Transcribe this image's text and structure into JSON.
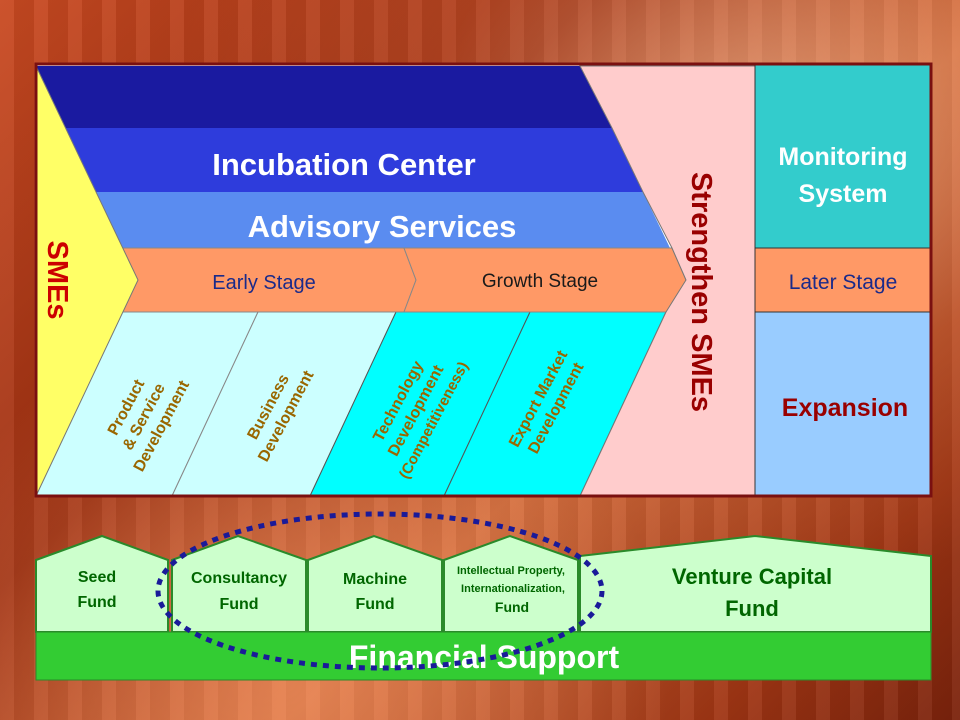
{
  "diagram": {
    "top": {
      "incubation_center": "Incubation Center",
      "advisory_services": "Advisory Services",
      "smes": "SMEs",
      "strengthen_smes": "Strengthen SMEs",
      "early_stage": "Early Stage",
      "growth_stage": "Growth Stage",
      "later_stage": "Later Stage",
      "monitoring_line1": "Monitoring",
      "monitoring_line2": "System",
      "expansion": "Expansion",
      "product_line1": "Product",
      "product_line2": "& Service",
      "product_line3": "Development",
      "business_line1": "Business",
      "business_line2": "Development",
      "technology_line1": "Technology",
      "technology_line2": "Development",
      "technology_line3": "(Competitiveness)",
      "export_line1": "Export Market",
      "export_line2": "Development"
    },
    "funds": {
      "seed_line1": "Seed",
      "seed_line2": "Fund",
      "consultancy_line1": "Consultancy",
      "consultancy_line2": "Fund",
      "machine_line1": "Machine",
      "machine_line2": "Fund",
      "ip_line1": "Intellectual Property,",
      "ip_line2": "Internationalization,",
      "ip_line3": "Fund",
      "venture_line1": "Venture Capital",
      "venture_line2": "Fund",
      "financial_support": "Financial Support"
    },
    "colors": {
      "dark_blue": "#1a1aa0",
      "blue": "#2e3cdc",
      "light_blue": "#5a8cf0",
      "yellow": "#ffff66",
      "salmon": "#ff9966",
      "pink": "#ffcccc",
      "teal": "#33cccc",
      "cyan": "#00ffff",
      "light_cyan": "#ccffff",
      "periwinkle": "#99ccff",
      "fund_green": "#ccffcc",
      "green": "#33cc33",
      "ellipse": "#1a1a99",
      "smes_text": "#cc0000",
      "dark_red_text": "#990000",
      "sub_text": "#996600",
      "fund_text": "#006600"
    }
  }
}
